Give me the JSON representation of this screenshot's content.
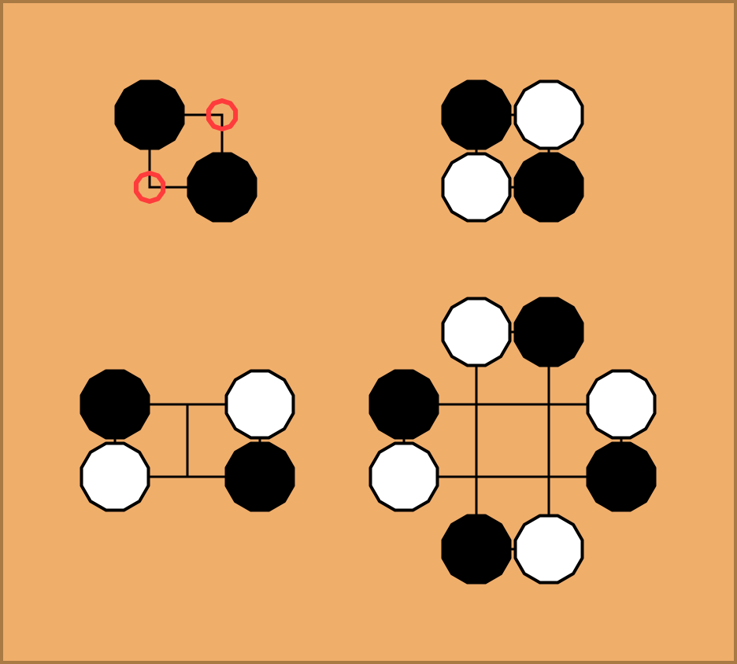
{
  "board": {
    "background_color": "#f0ae6b",
    "border_color": "#a97a43",
    "line_color": "#000000",
    "marker_color": "#ff3b3b",
    "black_stone_color": "#000000",
    "white_stone_color": "#ffffff"
  },
  "diagrams": [
    {
      "name": "diagonal-black-stones",
      "stones": [
        {
          "color": "black",
          "col": 0,
          "row": 0
        },
        {
          "color": "black",
          "col": 1,
          "row": 1
        }
      ],
      "markers": [
        {
          "shape": "circle",
          "col": 1,
          "row": 0
        },
        {
          "shape": "circle",
          "col": 0,
          "row": 1
        }
      ]
    },
    {
      "name": "cross-cut-square",
      "stones": [
        {
          "color": "black",
          "col": 0,
          "row": 0
        },
        {
          "color": "white",
          "col": 1,
          "row": 0
        },
        {
          "color": "white",
          "col": 0,
          "row": 1
        },
        {
          "color": "black",
          "col": 1,
          "row": 1
        }
      ],
      "markers": []
    },
    {
      "name": "two-cut-pairs",
      "stones": [
        {
          "color": "black",
          "col": 0,
          "row": 0
        },
        {
          "color": "white",
          "col": 0,
          "row": 1
        },
        {
          "color": "white",
          "col": 2,
          "row": 0
        },
        {
          "color": "black",
          "col": 2,
          "row": 1
        }
      ],
      "markers": []
    },
    {
      "name": "four-cut-pairs",
      "stones": [
        {
          "color": "white",
          "col": 1,
          "row": 0
        },
        {
          "color": "black",
          "col": 2,
          "row": 0
        },
        {
          "color": "black",
          "col": 0,
          "row": 1
        },
        {
          "color": "white",
          "col": 0,
          "row": 2
        },
        {
          "color": "white",
          "col": 3,
          "row": 1
        },
        {
          "color": "black",
          "col": 3,
          "row": 2
        },
        {
          "color": "black",
          "col": 1,
          "row": 3
        },
        {
          "color": "white",
          "col": 2,
          "row": 3
        }
      ],
      "markers": []
    }
  ]
}
